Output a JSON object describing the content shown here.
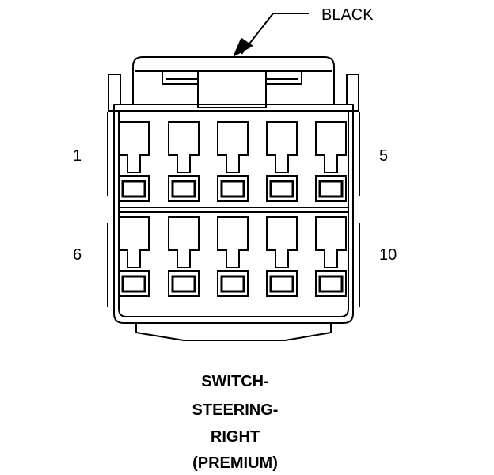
{
  "callout": {
    "color_label": "BLACK"
  },
  "pin_labels": {
    "top_left": "1",
    "top_right": "5",
    "bottom_left": "6",
    "bottom_right": "10"
  },
  "caption": {
    "line1": "SWITCH-",
    "line2": "STEERING-",
    "line3": "RIGHT",
    "line4": "(PREMIUM)"
  },
  "connector": {
    "rows": 2,
    "cavities_per_row": 5,
    "color": "BLACK"
  }
}
